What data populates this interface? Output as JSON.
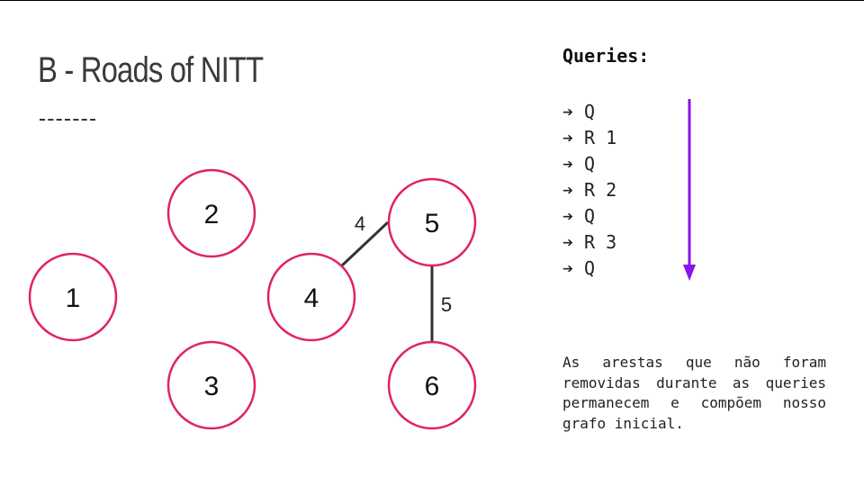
{
  "slide": {
    "title": "B - Roads of NITT"
  },
  "graph": {
    "nodes": [
      {
        "id": "1",
        "label": "1"
      },
      {
        "id": "2",
        "label": "2"
      },
      {
        "id": "3",
        "label": "3"
      },
      {
        "id": "4",
        "label": "4"
      },
      {
        "id": "5",
        "label": "5"
      },
      {
        "id": "6",
        "label": "6"
      }
    ],
    "edges": [
      {
        "from": "4",
        "to": "5",
        "label": "4"
      },
      {
        "from": "5",
        "to": "6",
        "label": "5"
      }
    ],
    "node_border_color": "#e0245e",
    "edge_color": "#333333"
  },
  "queries": {
    "title": "Queries:",
    "arrow_symbol": "➔",
    "items": [
      {
        "text": "Q"
      },
      {
        "text": "R 1"
      },
      {
        "text": "Q"
      },
      {
        "text": "R 2"
      },
      {
        "text": "Q"
      },
      {
        "text": "R 3"
      },
      {
        "text": "Q"
      }
    ],
    "direction_arrow_color": "#8a12ee"
  },
  "note": {
    "text": "As arestas que não foram removidas durante as queries permanecem e compõem nosso grafo inicial."
  }
}
